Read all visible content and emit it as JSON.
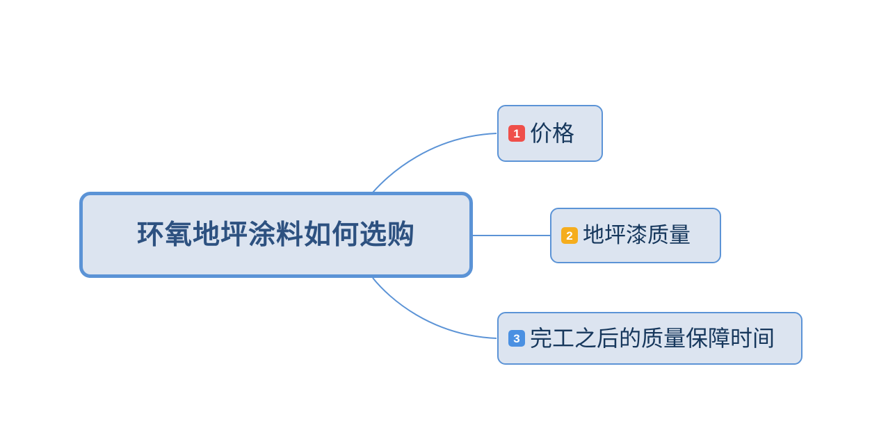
{
  "diagram": {
    "type": "mind-map",
    "title": "环氧地坪涂料如何选购",
    "background_color": "#ffffff",
    "root": {
      "label": "环氧地坪涂料如何选购",
      "fill_color": "#dce4f0",
      "border_color": "#5b93d6",
      "text_color": "#2d5180"
    },
    "branches": [
      {
        "number": "1",
        "label": "价格",
        "badge_color": "#ef4f4a",
        "fill_color": "#dce4f0",
        "border_color": "#5b93d6",
        "text_color": "#16375c",
        "connector": "curve-up"
      },
      {
        "number": "2",
        "label": "地坪漆质量",
        "badge_color": "#f5ad1e",
        "fill_color": "#dce4f0",
        "border_color": "#5b93d6",
        "text_color": "#16375c",
        "connector": "straight"
      },
      {
        "number": "3",
        "label": "完工之后的质量保障时间",
        "badge_color": "#4a90e2",
        "fill_color": "#dce4f0",
        "border_color": "#5b93d6",
        "text_color": "#16375c",
        "connector": "curve-down"
      }
    ],
    "connector_color": "#5b93d6"
  }
}
